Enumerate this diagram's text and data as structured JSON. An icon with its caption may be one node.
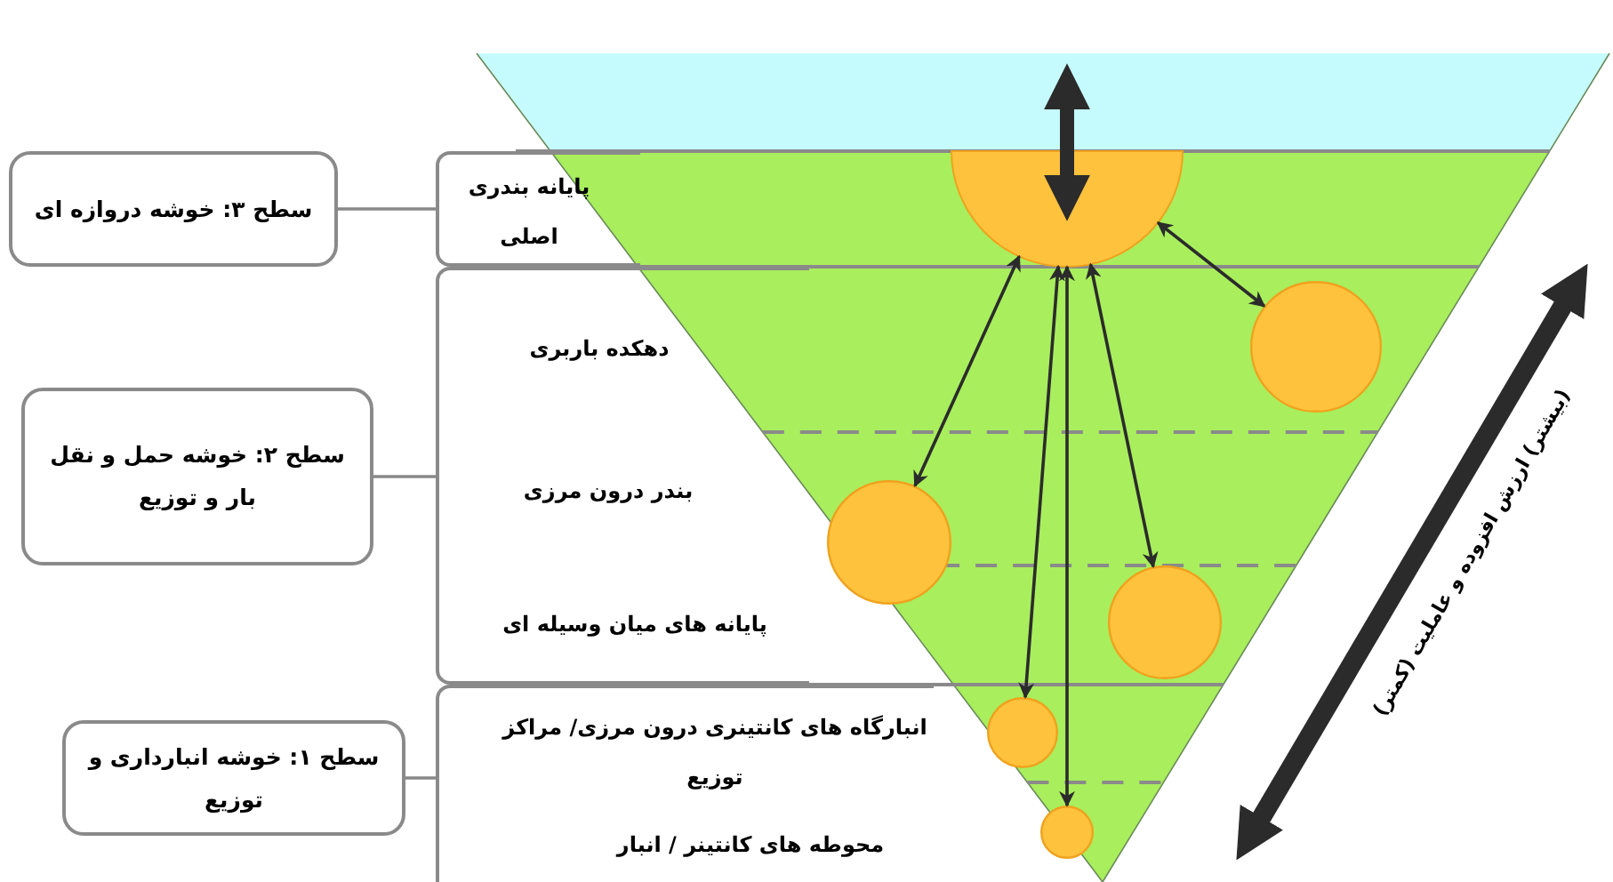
{
  "diagram": {
    "nodes": [
      {
        "text": [
          "سطح ۳: خوشه دروازه ای"
        ]
      },
      {
        "text": [
          "سطح ۲: خوشه حمل و نقل بار و توزیع"
        ]
      },
      {
        "text": [
          "سطح ۱: خوشه انبارداری و توزیع"
        ]
      },
      {
        "text": [
          "پایانه بندری اصلی"
        ]
      },
      {
        "text": [
          "دهکده باربری",
          "بندر درون مرزی",
          "پایانه های میان وسیله ای"
        ]
      },
      {
        "text": [
          "انبارگاه های کانتینری درون مرزی/ مراکز توزیع",
          "محوطه های کانتینر / انبار"
        ]
      },
      {
        "text": [],
        "shape": "semicircle"
      },
      {
        "text": [],
        "shape": "circle"
      },
      {
        "text": [],
        "shape": "circle"
      },
      {
        "text": [],
        "shape": "circle"
      },
      {
        "text": [],
        "shape": "circle"
      },
      {
        "text": [],
        "shape": "circle"
      }
    ],
    "edges": [
      {
        "from": 0,
        "to": 3,
        "arrow": "none",
        "color": "#888888"
      },
      {
        "from": 1,
        "to": 4,
        "arrow": "none",
        "color": "#888888"
      },
      {
        "from": 2,
        "to": 5,
        "arrow": "none",
        "color": "#888888"
      },
      {
        "from": 6,
        "to": 7,
        "arrow": "both"
      },
      {
        "from": 6,
        "to": 8,
        "arrow": "both"
      },
      {
        "from": 6,
        "to": 9,
        "arrow": "both"
      },
      {
        "from": 6,
        "to": 10,
        "arrow": "both"
      },
      {
        "from": 6,
        "to": 11,
        "arrow": "both"
      }
    ],
    "labels": [
      "(بیشتر)  ارزش افزوده و عاملیت  (کمتر)"
    ]
  }
}
